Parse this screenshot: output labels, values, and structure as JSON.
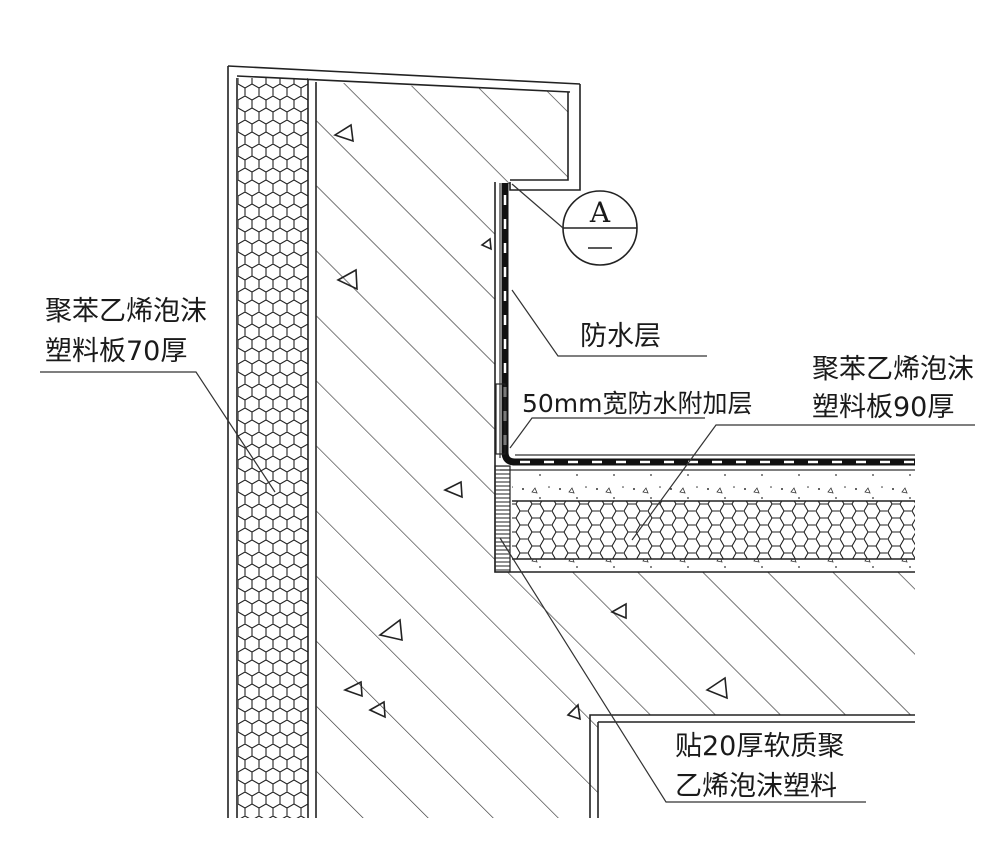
{
  "detail_marker": {
    "letter": "A"
  },
  "labels": {
    "wall_insulation": [
      "聚苯乙烯泡沫",
      "塑料板70厚"
    ],
    "waterproof_layer": "防水层",
    "additional_waterproof": "50mm宽防水附加层",
    "roof_insulation": [
      "聚苯乙烯泡沫",
      "塑料板90厚"
    ],
    "soft_foam": [
      "贴20厚软质聚",
      "乙烯泡沫塑料"
    ]
  }
}
